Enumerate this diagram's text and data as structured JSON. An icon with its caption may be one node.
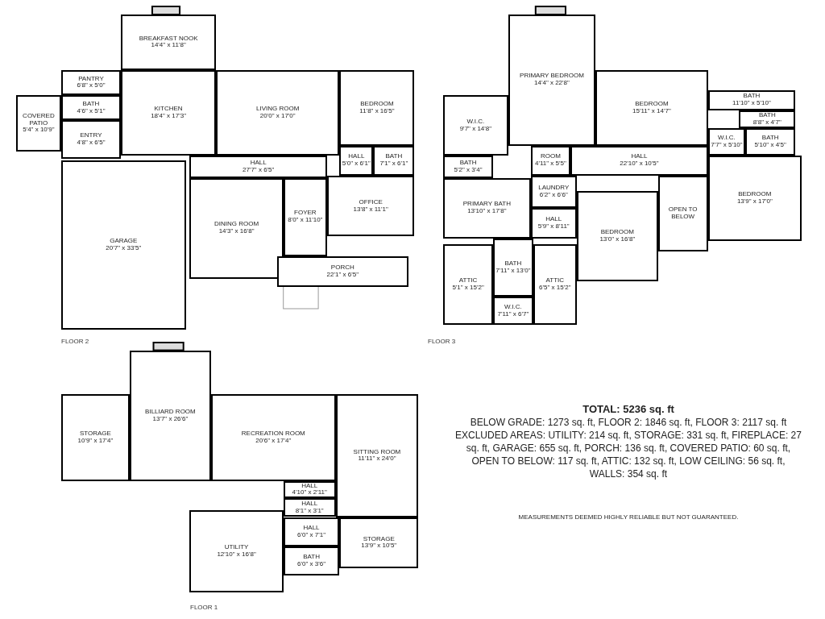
{
  "diagram": {
    "nodes": [
      {
        "text": [
          "BREAKFAST NOOK",
          "14'4\" x 11'8\""
        ]
      },
      {
        "text": [
          "PANTRY",
          "6'8\" x 5'0\""
        ]
      },
      {
        "text": [
          "KITCHEN",
          "18'4\" x 17'3\""
        ]
      },
      {
        "text": [
          "LIVING ROOM",
          "20'0\" x 17'0\""
        ]
      },
      {
        "text": [
          "BEDROOM",
          "11'8\" x 16'5\""
        ]
      },
      {
        "text": [
          "COVERED PATIO",
          "5'4\" x 10'9\""
        ]
      },
      {
        "text": [
          "BATH",
          "4'6\" x 5'1\""
        ]
      },
      {
        "text": [
          "ENTRY",
          "4'8\" x 6'5\""
        ]
      },
      {
        "text": [
          "HALL",
          "27'7\" x 6'5\""
        ]
      },
      {
        "text": [
          "HALL",
          "5'0\" x 6'1\""
        ]
      },
      {
        "text": [
          "BATH",
          "7'1\" x 6'1\""
        ]
      },
      {
        "text": [
          "GARAGE",
          "20'7\" x 33'5\""
        ]
      },
      {
        "text": [
          "DINING ROOM",
          "14'3\" x 16'8\""
        ]
      },
      {
        "text": [
          "FOYER",
          "8'0\" x 11'10\""
        ]
      },
      {
        "text": [
          "OFFICE",
          "13'8\" x 11'1\""
        ]
      },
      {
        "text": [
          "PORCH",
          "22'1\" x 6'5\""
        ]
      },
      {
        "text": [
          "PRIMARY BEDROOM",
          "14'4\" x 22'8\""
        ]
      },
      {
        "text": [
          "BEDROOM",
          "15'11\" x 14'7\""
        ]
      },
      {
        "text": [
          "BATH",
          "11'10\" x 5'10\""
        ]
      },
      {
        "text": [
          "W.I.C.",
          "9'7\" x 14'8\""
        ]
      },
      {
        "text": [
          "BATH",
          "8'8\" x 4'7\""
        ]
      },
      {
        "text": [
          "W.I.C.",
          "7'7\" x 5'10\""
        ]
      },
      {
        "text": [
          "BATH",
          "5'10\" x 4'5\""
        ]
      },
      {
        "text": [
          "ROOM",
          "4'11\" x 5'5\""
        ]
      },
      {
        "text": [
          "HALL",
          "22'10\" x 10'5\""
        ]
      },
      {
        "text": [
          "BATH",
          "5'2\" x 3'4\""
        ]
      },
      {
        "text": [
          "PRIMARY BATH",
          "13'10\" x 17'8\""
        ]
      },
      {
        "text": [
          "LAUNDRY",
          "6'2\" x 6'6\""
        ]
      },
      {
        "text": [
          "BEDROOM",
          "13'9\" x 17'0\""
        ]
      },
      {
        "text": [
          "OPEN TO BELOW"
        ]
      },
      {
        "text": [
          "HALL",
          "5'9\" x 8'11\""
        ]
      },
      {
        "text": [
          "BEDROOM",
          "13'0\" x 16'8\""
        ]
      },
      {
        "text": [
          "ATTIC",
          "5'1\" x 15'2\""
        ]
      },
      {
        "text": [
          "BATH",
          "7'11\" x 13'0\""
        ]
      },
      {
        "text": [
          "ATTIC",
          "6'5\" x 15'2\""
        ]
      },
      {
        "text": [
          "W.I.C.",
          "7'11\" x 6'7\""
        ]
      },
      {
        "text": [
          "BILLIARD ROOM",
          "13'7\" x 26'6\""
        ]
      },
      {
        "text": [
          "STORAGE",
          "10'9\" x 17'4\""
        ]
      },
      {
        "text": [
          "RECREATION ROOM",
          "20'6\" x 17'4\""
        ]
      },
      {
        "text": [
          "SITTING ROOM",
          "11'11\" x 24'0\""
        ]
      },
      {
        "text": [
          "HALL",
          "4'10\" x 2'11\""
        ]
      },
      {
        "text": [
          "HALL",
          "8'1\" x 3'1\""
        ]
      },
      {
        "text": [
          "HALL",
          "6'0\" x 7'1\""
        ]
      },
      {
        "text": [
          "STORAGE",
          "13'9\" x 10'5\""
        ]
      },
      {
        "text": [
          "UTILITY",
          "12'10\" x 16'8\""
        ]
      },
      {
        "text": [
          "BATH",
          "6'0\" x 3'6\""
        ]
      }
    ],
    "labels": [
      "FLOOR 2",
      "FLOOR 3",
      "FLOOR 1",
      "TOTAL: 5236 sq. ft",
      "BELOW GRADE: 1273 sq. ft, FLOOR 2: 1846 sq. ft, FLOOR 3: 2117 sq. ft",
      "EXCLUDED AREAS: UTILITY: 214 sq. ft, STORAGE: 331 sq. ft, FIREPLACE: 27 sq. ft, GARAGE: 655 sq. ft, PORCH: 136 sq. ft, COVERED PATIO: 60 sq. ft, OPEN TO BELOW: 117 sq. ft, ATTIC: 132 sq. ft, LOW CEILING: 56 sq. ft, WALLS: 354 sq. ft",
      "MEASUREMENTS DEEMED HIGHLY RELIABLE BUT NOT GUARANTEED."
    ]
  }
}
